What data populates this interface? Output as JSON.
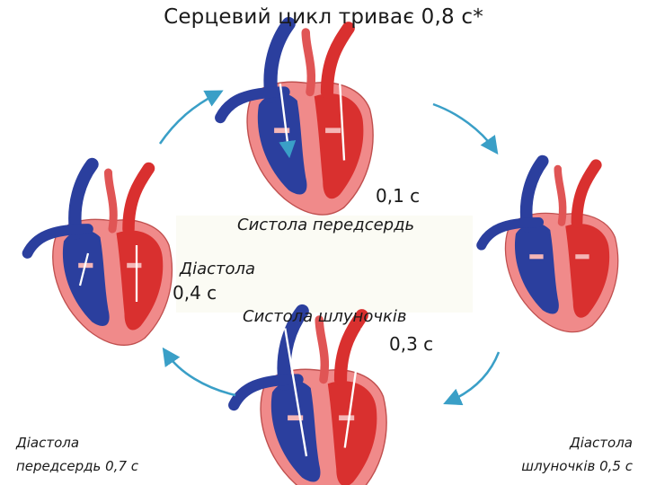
{
  "title": "Серцевий цикл триває 0,8 с*",
  "phases": {
    "atrial_systole": {
      "time": "0,1 с",
      "label": "Систола передсердь"
    },
    "diastole": {
      "label": "Діастола",
      "time": "0,4 с"
    },
    "ventricular_systole": {
      "label": "Систола шлуночків",
      "time": "0,3 с"
    }
  },
  "corner_notes": {
    "atrial_diastole": {
      "line1": "Діастола",
      "line2": "передсердь 0,7 с"
    },
    "ventricular_diastole": {
      "line1": "Діастола",
      "line2": "шлуночків 0,5 с"
    }
  },
  "colors": {
    "vein_blue": "#2b3f9e",
    "artery_red": "#d9302f",
    "muscle_pink": "#f08a8a",
    "arrow_teal": "#3a9fc7"
  },
  "icons": [
    "heart-illustration",
    "cycle-arrow"
  ]
}
